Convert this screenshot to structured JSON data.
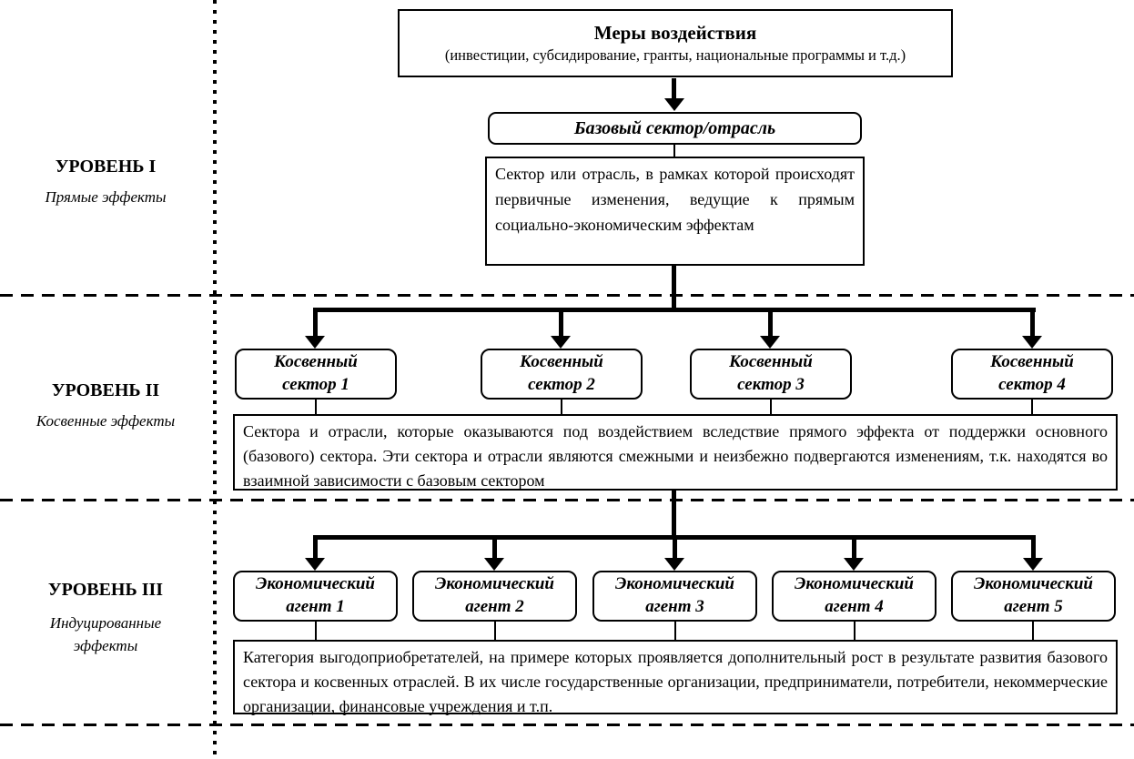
{
  "levels": [
    {
      "title": "УРОВЕНЬ I",
      "subtitle": "Прямые эффекты"
    },
    {
      "title": "УРОВЕНЬ II",
      "subtitle": "Косвенные эффекты"
    },
    {
      "title": "УРОВЕНЬ III",
      "subtitle": "Индуцированные эффекты"
    }
  ],
  "top_box": {
    "title": "Меры воздействия",
    "subtitle": "(инвестиции, субсидирование, гранты, национальные программы и т.д.)"
  },
  "base_sector": {
    "label": "Базовый сектор/отрасль",
    "description": "Сектор или отрасль, в рамках которой происходят первичные изменения, ведущие к прямым социально-экономическим эффектам"
  },
  "indirect": {
    "boxes": [
      "Косвенный сектор 1",
      "Косвенный сектор 2",
      "Косвенный сектор 3",
      "Косвенный сектор 4"
    ],
    "description": "Сектора и отрасли, которые оказываются под воздействием вследствие прямого эффекта от поддержки основного (базового) сектора. Эти сектора и отрасли являются смежными и неизбежно подвергаются изменениям, т.к. находятся во взаимной зависимости с базовым сектором"
  },
  "induced": {
    "boxes": [
      "Экономический агент 1",
      "Экономический агент 2",
      "Экономический агент 3",
      "Экономический агент 4",
      "Экономический агент 5"
    ],
    "description": "Категория выгодоприобретателей, на примере которых проявляется дополнительный рост в результате развития базового сектора и косвенных отраслей. В их числе государственные организации, предприниматели, потребители, некоммерческие организации, финансовые учреждения и т.п."
  }
}
